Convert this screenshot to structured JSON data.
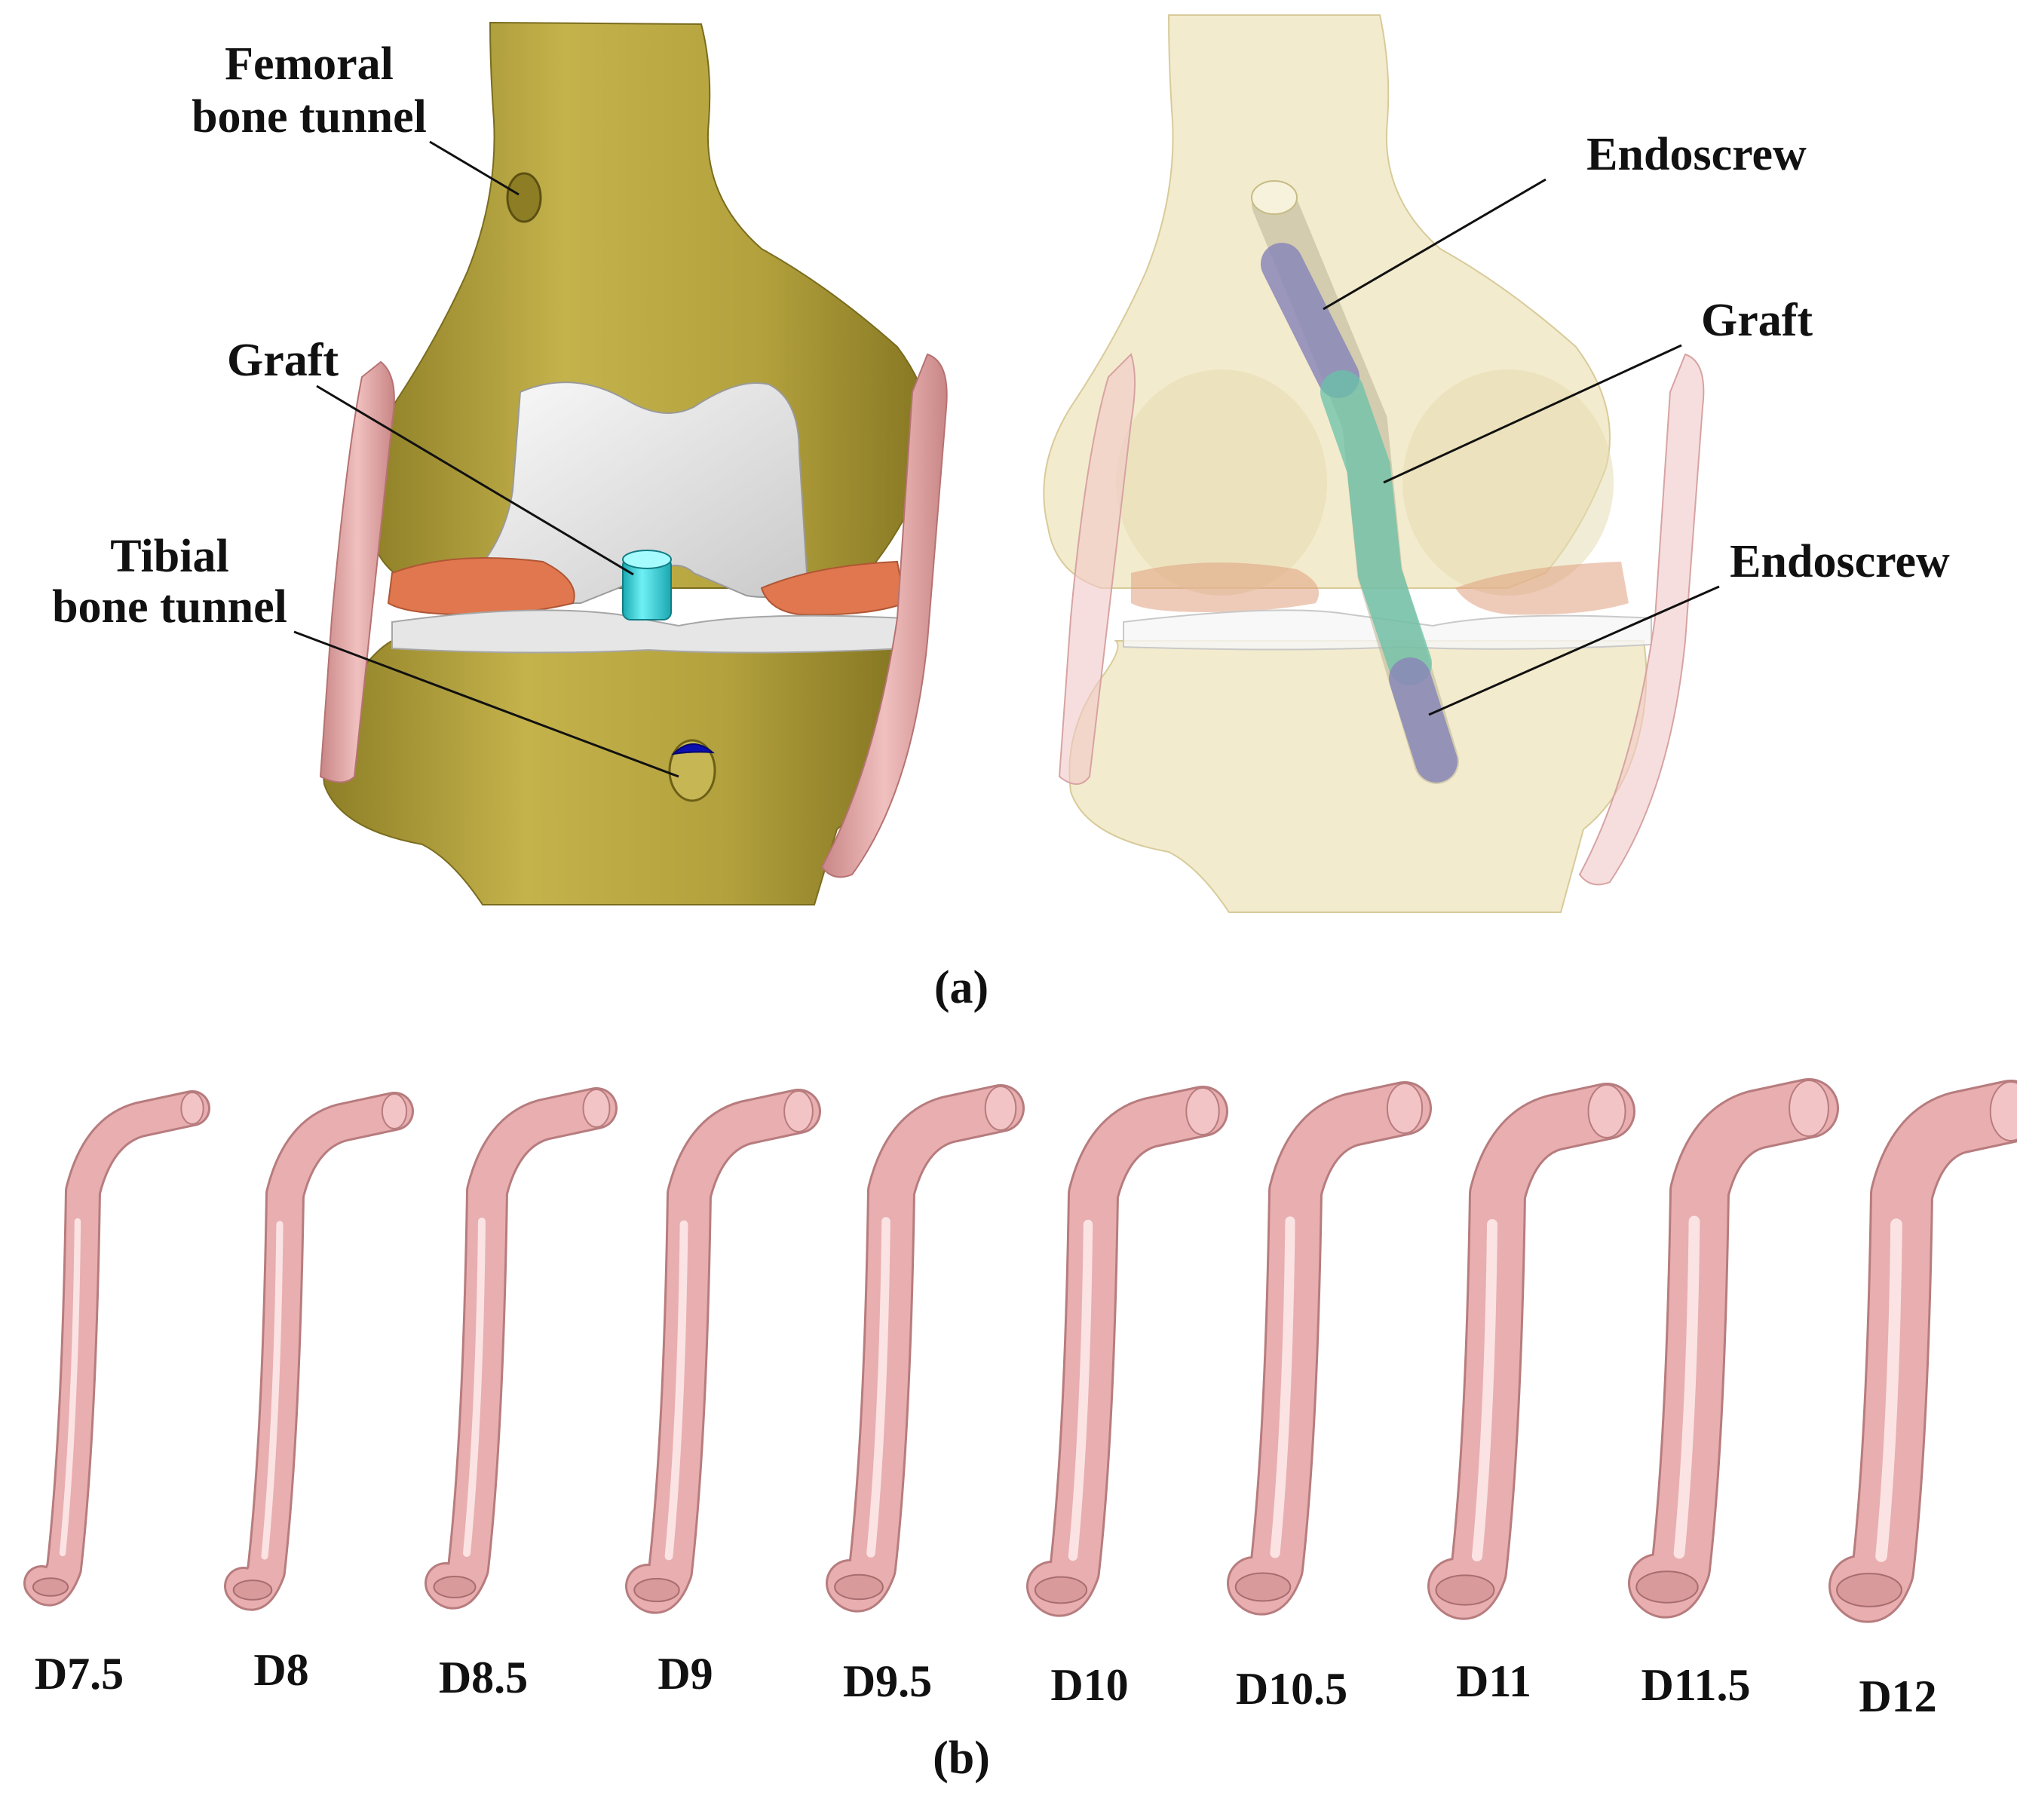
{
  "panel_a": {
    "caption": "(a)",
    "labels": {
      "femoral_line1": "Femoral",
      "femoral_line2": "bone tunnel",
      "graft_left": "Graft",
      "tibial_line1": "Tibial",
      "tibial_line2": "bone tunnel",
      "endoscrew_top": "Endoscrew",
      "graft_right": "Graft",
      "endoscrew_bottom": "Endoscrew"
    }
  },
  "panel_b": {
    "caption": "(b)",
    "grafts": [
      "D7.5",
      "D8",
      "D8.5",
      "D9",
      "D9.5",
      "D10",
      "D10.5",
      "D11",
      "D11.5",
      "D12"
    ],
    "graft_color": "#e8aeb0"
  },
  "colors": {
    "bone": "#b5a33f",
    "bone_transparent": "#f1e8c4",
    "cartilage": "#ececec",
    "meniscus": "#e0774f",
    "ligament": "#e5aaa9",
    "graft_cyan": "#38d3db",
    "tunnel_blue": "#0b0fb0",
    "endoscrew": "#8a87b8"
  }
}
